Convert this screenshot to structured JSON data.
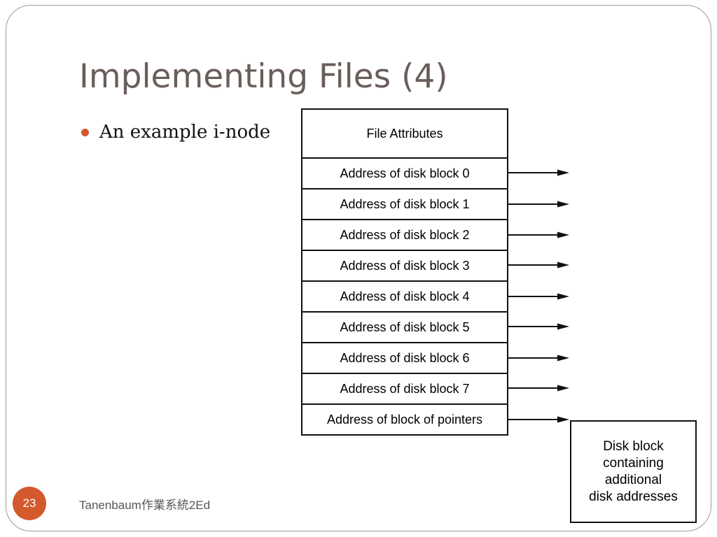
{
  "slide": {
    "title": "Implementing Files (4)",
    "bullet": "An example i-node",
    "number": "23",
    "footer": "Tanenbaum作業系統2Ed"
  },
  "inode": {
    "attributes_label": "File Attributes",
    "address_rows": [
      "Address of disk block 0",
      "Address of disk block 1",
      "Address of disk block 2",
      "Address of disk block 3",
      "Address of disk block 4",
      "Address of disk block 5",
      "Address of disk block 6",
      "Address of disk block 7",
      "Address of block of pointers"
    ]
  },
  "disk_block": {
    "text": "Disk block\ncontaining\nadditional\ndisk addresses"
  },
  "colors": {
    "accent": "#d4592c",
    "title": "#6a5e5a",
    "frame": "#9a9a9a"
  }
}
